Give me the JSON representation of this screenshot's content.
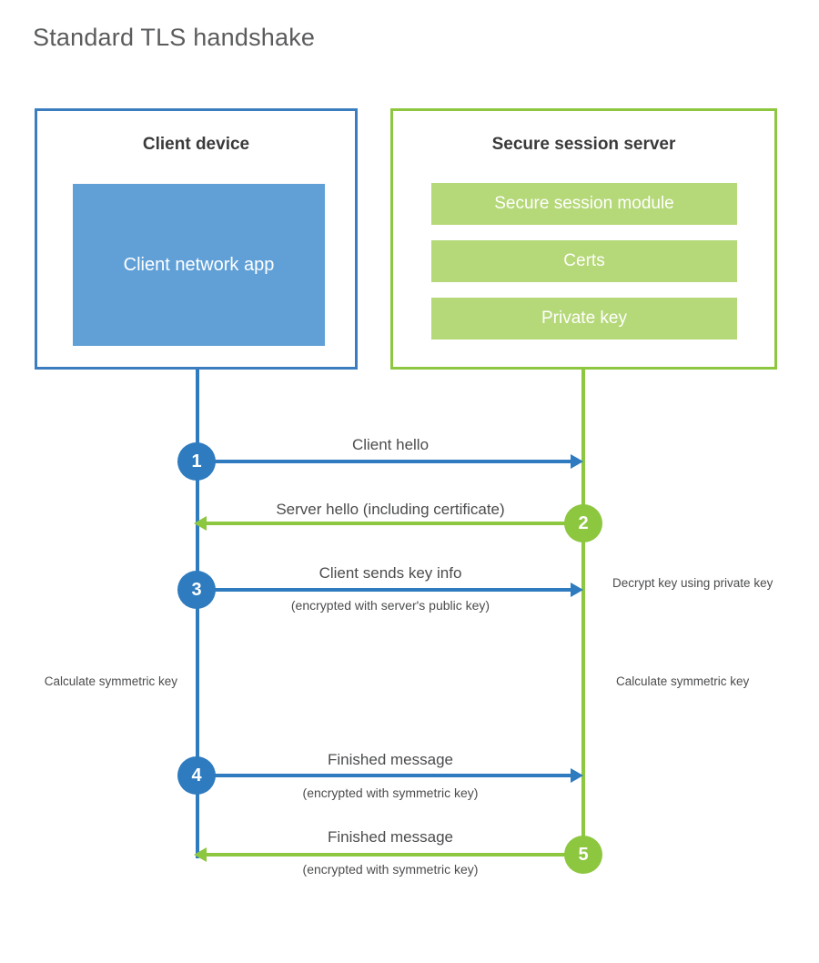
{
  "title": "Standard TLS handshake",
  "colors": {
    "blue_border": "#3c7dc0",
    "blue_line": "#2e7bbf",
    "blue_fill": "#60a0d7",
    "green_border": "#8dc63f",
    "green_line": "#8dc63f",
    "green_fill": "#b5d878",
    "title_text": "#5a5b5d",
    "body_text": "#4b4c4e",
    "background": "#ffffff"
  },
  "client": {
    "title": "Client device",
    "app_label": "Client network app"
  },
  "server": {
    "title": "Secure session server",
    "items": [
      {
        "label": "Secure session module"
      },
      {
        "label": "Certs"
      },
      {
        "label": "Private key"
      }
    ]
  },
  "steps": [
    {
      "number": "1",
      "label": "Client hello",
      "sublabel": "",
      "direction": "client-to-server",
      "color": "blue"
    },
    {
      "number": "2",
      "label": "Server hello (including certificate)",
      "sublabel": "",
      "direction": "server-to-client",
      "color": "green"
    },
    {
      "number": "3",
      "label": "Client sends key info",
      "sublabel": "(encrypted with server's public key)",
      "direction": "client-to-server",
      "color": "blue"
    },
    {
      "number": "4",
      "label": "Finished message",
      "sublabel": "(encrypted with symmetric key)",
      "direction": "client-to-server",
      "color": "blue"
    },
    {
      "number": "5",
      "label": "Finished message",
      "sublabel": "(encrypted with symmetric key)",
      "direction": "server-to-client",
      "color": "green"
    }
  ],
  "notes": {
    "decrypt_key": "Decrypt key using private key",
    "client_calculate": "Calculate symmetric key",
    "server_calculate": "Calculate symmetric key"
  }
}
